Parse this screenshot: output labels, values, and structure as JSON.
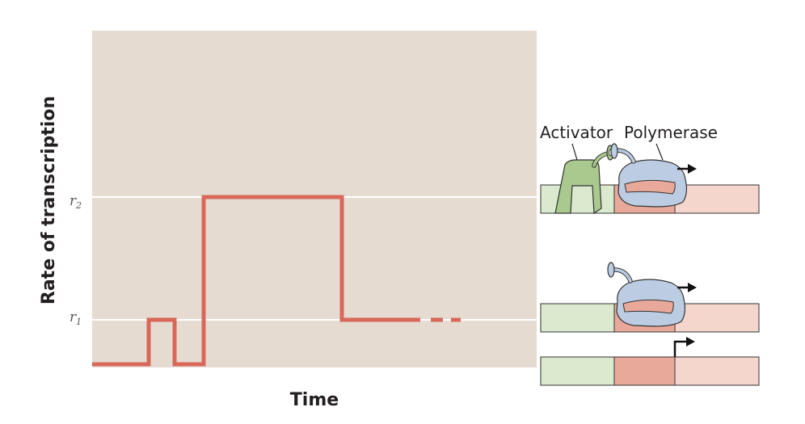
{
  "axes": {
    "x_label": "Time",
    "y_label": "Rate of transcription",
    "ticks": [
      {
        "base": "r",
        "sub": "2"
      },
      {
        "base": "r",
        "sub": "1"
      }
    ]
  },
  "labels": {
    "activator": "Activator",
    "polymerase": "Polymerase"
  },
  "colors": {
    "plot_background": "#e5dbd1",
    "trace": "#d9685a",
    "activator_site": "#dbeacf",
    "promoter": "#e8a99a",
    "gene": "#f4d6cc",
    "activator": "#a9c98e",
    "polymerase": "#bccde3"
  }
}
